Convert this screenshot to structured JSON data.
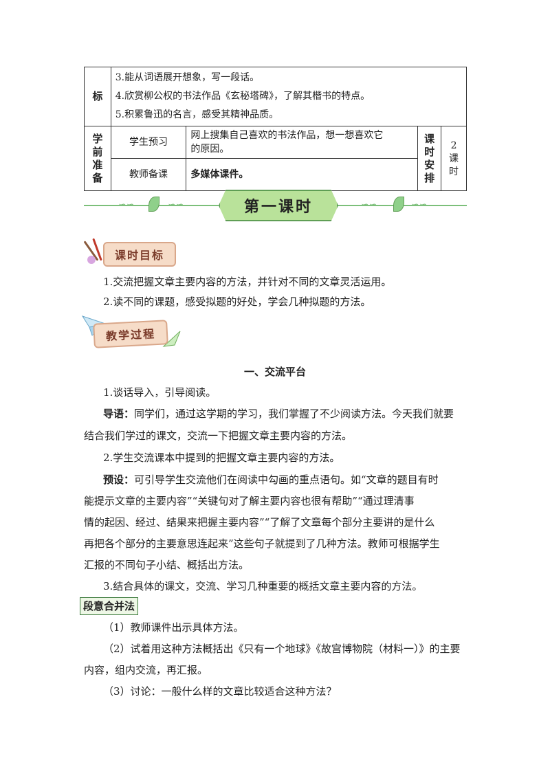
{
  "table": {
    "goal_header": "标",
    "goals": [
      "3.能从词语展开想象，写一段话。",
      "4.欣赏柳公权的书法作品《玄秘塔碑》，了解其楷书的特点。",
      "5.积累鲁迅的名言，感受其精神品质。"
    ],
    "prep_header": "学前准备",
    "student_label": "学生预习",
    "student_text_1": "网上搜集自己喜欢的书法作品，想一想喜欢它",
    "student_text_2": "的原因。",
    "teacher_label": "教师备课",
    "teacher_text": "多媒体课件。",
    "hours_label": "课时安排",
    "hours_value_num": "2",
    "hours_value_unit": "课时"
  },
  "banner": {
    "title": "第一课时"
  },
  "objectives": {
    "badge": "课时目标",
    "items": [
      "1.交流把握文章主要内容的方法，并针对不同的文章灵活运用。",
      "2.读不同的课题，感受拟题的好处，学会几种拟题的方法。"
    ]
  },
  "process": {
    "badge": "教学过程",
    "section_title": "一、交流平台",
    "step1": "1.谈话导入，引导阅读。",
    "intro_label": "导语：",
    "intro_line1": "同学们，通过这学期的学习，我们掌握了不少阅读方法。今天我们就要",
    "intro_line2": "结合我们学过的课文，交流一下把握文章主要内容的方法。",
    "step2": "2.学生交流课本中提到的把握文章主要内容的方法。",
    "preset_label": "预设：",
    "preset_line1": "可引导学生交流他们在阅读中勾画的重点语句。如“文章的题目有时",
    "preset_line2": "能提示文章的主要内容”“关键句对了解主要内容也很有帮助”“通过理清事",
    "preset_line3": "情的起因、经过、结果来把握主要内容”“了解了文章每个部分主要讲的是什么",
    "preset_line4": "再把各个部分的主要意思连起来”这些句子就提到了几种方法。教师可根据学生",
    "preset_line5": "汇报的不同句子小结、概括出方法。",
    "step3": "3.结合具体的课文，交流、学习几种重要的概括文章主要内容的方法。",
    "method_box": "段意合并法",
    "sub1": "（1）教师课件出示具体方法。",
    "sub2_line1": "（2）试着用这种方法概括出《只有一个地球》《故宫博物院（材料一）》的主要",
    "sub2_line2": "内容，组内交流，再汇报。",
    "sub3": "（3）讨论：一般什么样的文章比较适合这种方法？"
  },
  "colors": {
    "banner_fill": "#b9e29a",
    "banner_border": "#5f9e55",
    "badge_fill": "#f6dcc8",
    "badge_text": "#7a3b2a"
  }
}
